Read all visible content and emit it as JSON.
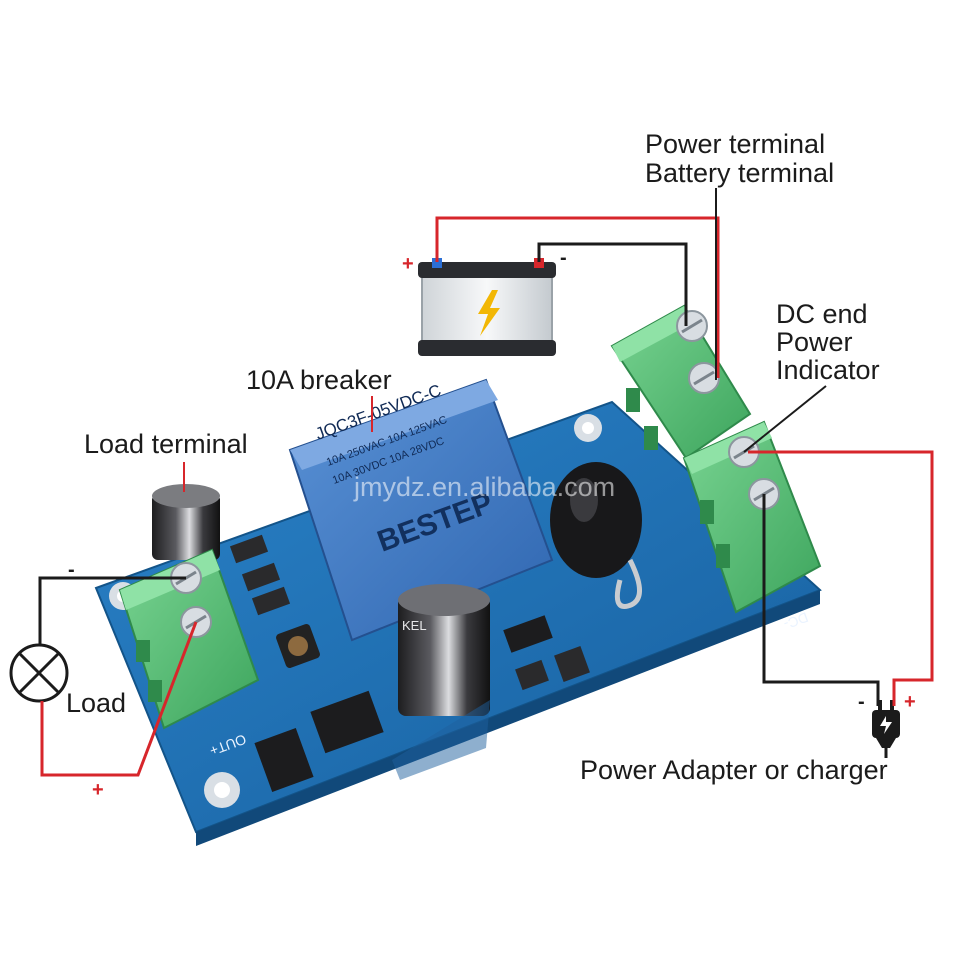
{
  "labels": {
    "power_terminal": "Power terminal",
    "battery_terminal": "Battery terminal",
    "dc_end": "DC end",
    "power": "Power",
    "indicator": "Indicator",
    "breaker": "10A breaker",
    "load_terminal": "Load terminal",
    "load": "Load",
    "adapter": "Power Adapter or charger"
  },
  "polarity": {
    "plus": "+",
    "minus": "-"
  },
  "board_print": {
    "relay_brand": "BESTEP",
    "relay_model": "JQC3F-05VDC-C",
    "relay_rating_1": "10A 250VAC  10A 125VAC",
    "relay_rating_2": "10A 30VDC  10A 28VDC",
    "out_plus": "OUT+",
    "dc_minus": "DC-",
    "capacitor_text": "KEL",
    "watermark": "jmydz.en.alibaba.com"
  },
  "colors": {
    "wire_red": "#d7262b",
    "wire_black": "#1b1b1b",
    "pcb_blue": "#1f6fb4",
    "terminal_green": "#5cc27a",
    "relay_blue": "#3f7bc6"
  },
  "icons": [
    "battery-icon",
    "lightning-icon",
    "lamp-icon",
    "plug-icon"
  ]
}
